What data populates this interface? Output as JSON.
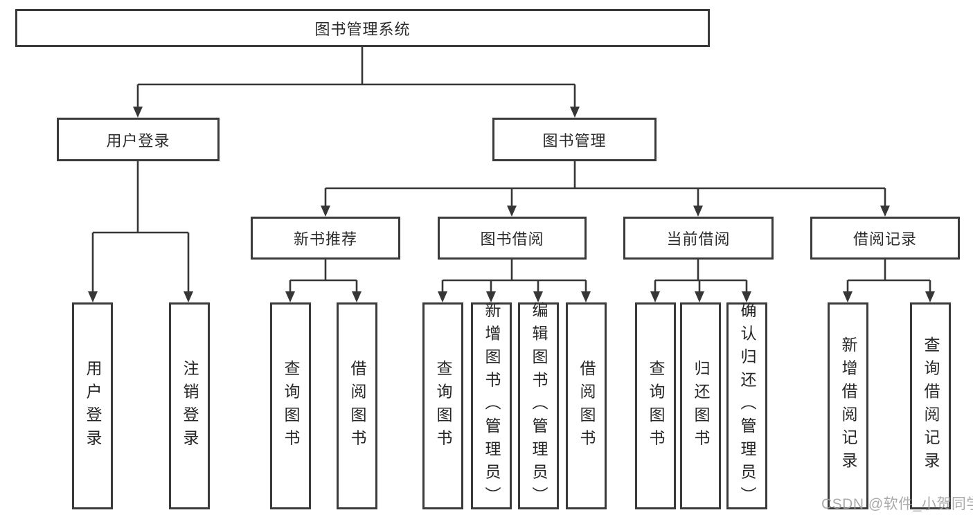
{
  "diagram_title": "图书管理系统",
  "colors": {
    "line": "#363636",
    "box_border": "#3a3a3a",
    "box_fill": "#ffffff",
    "text": "#262626",
    "watermark": "#9e9e9e"
  },
  "tree": {
    "root": "图书管理系统",
    "level2": [
      "用户登录",
      "图书管理"
    ],
    "level3": [
      "新书推荐",
      "图书借阅",
      "当前借阅",
      "借阅记录"
    ],
    "leaves": [
      "用户登录",
      "注销登录",
      "查询图书",
      "借阅图书",
      "查询图书",
      "新增图书（管理员）",
      "编辑图书（管理员）",
      "借阅图书",
      "查询图书",
      "归还图书",
      "确认归还（管理员）",
      "新增借阅记录",
      "查询借阅记录"
    ]
  },
  "watermark": "CSDN @软件_小贺同学"
}
